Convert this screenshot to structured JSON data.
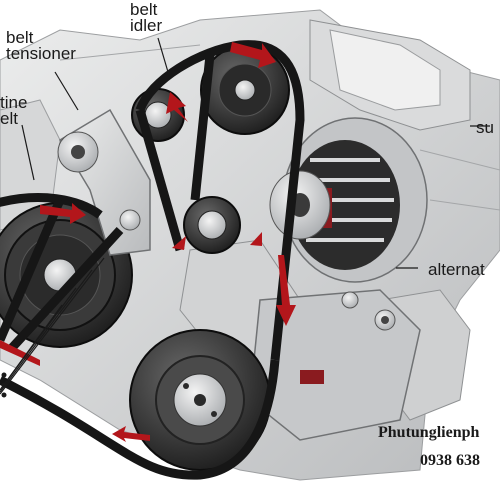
{
  "labels": {
    "belt_idler": "belt\nidler",
    "belt_tensioner": "belt\ntensioner",
    "serpentine_belt": "tine\nelt",
    "supercharger": "su",
    "alternator": "alternat"
  },
  "watermark": {
    "site": "Phutunglienph",
    "phone": "0938 638"
  },
  "colors": {
    "belt": "#161616",
    "arrow_red": "#b3161b",
    "engine_gray": "#c9cbcd",
    "metal_light": "#e4e5e6"
  }
}
